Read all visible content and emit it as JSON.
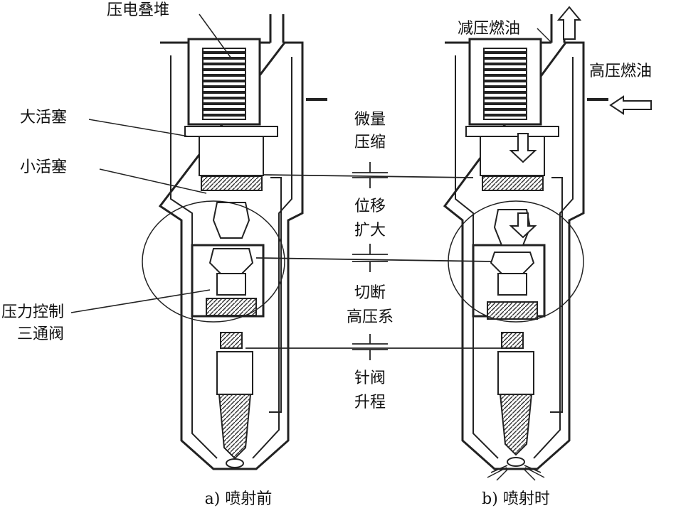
{
  "left_labels": {
    "piezo_stack": "压电叠堆",
    "large_piston": "大活塞",
    "small_piston": "小活塞",
    "valve_line1": "压力控制",
    "valve_line2": "三通阀"
  },
  "right_labels": {
    "low_pressure_fuel": "减压燃油",
    "high_pressure_fuel": "高压燃油"
  },
  "middle_labels": {
    "micro_compression_1": "微量",
    "micro_compression_2": "压缩",
    "displacement_1": "位移",
    "displacement_2": "扩大",
    "cutoff_1": "切断",
    "cutoff_2": "高压系",
    "needle_lift_1": "针阀",
    "needle_lift_2": "升程"
  },
  "captions": {
    "before": "a) 喷射前",
    "during": "b) 喷射时"
  }
}
